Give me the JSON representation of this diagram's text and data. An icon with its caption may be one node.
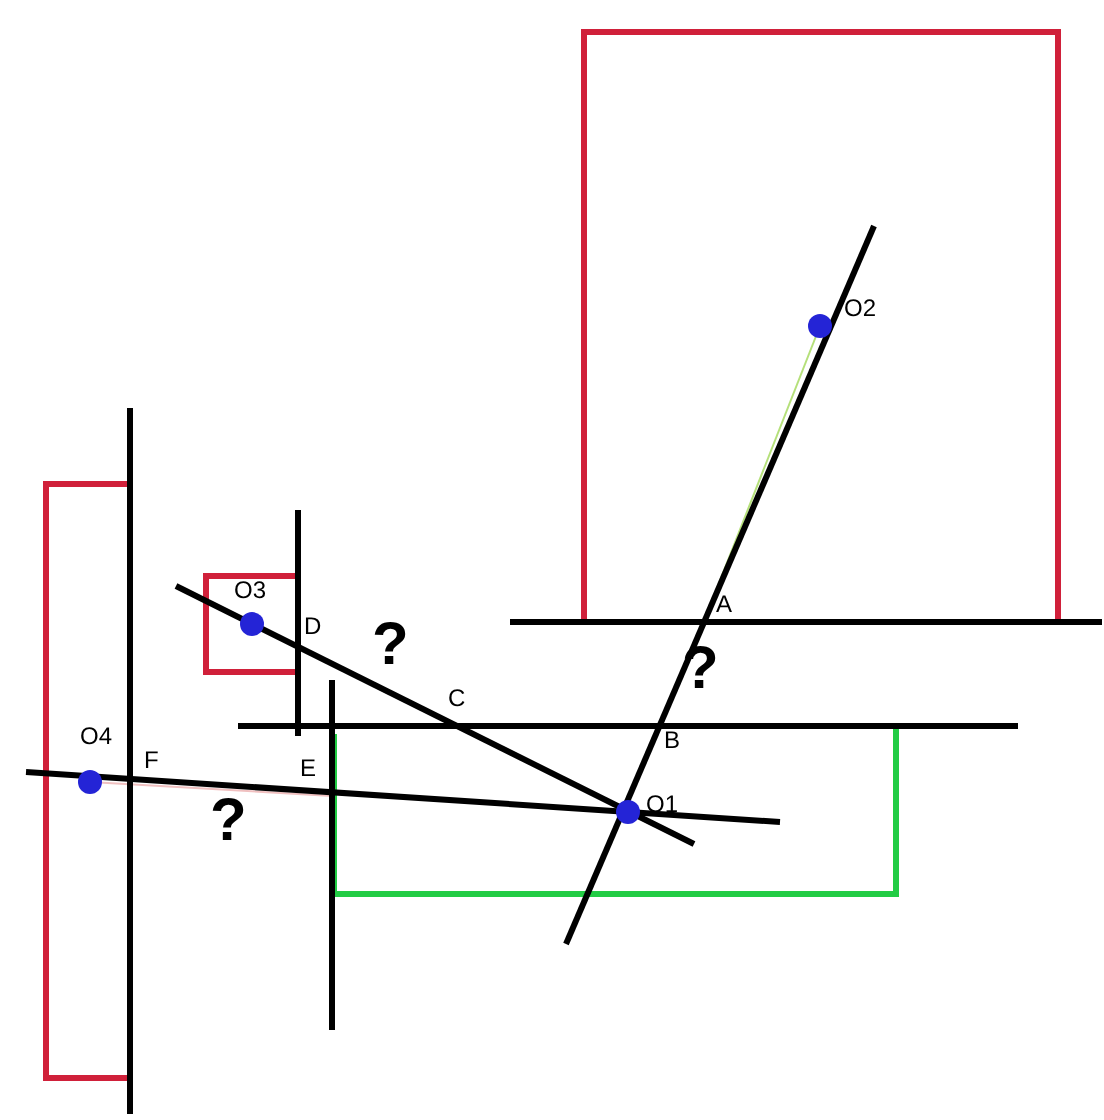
{
  "diagram": {
    "labels": [
      "O2",
      "A",
      "O3",
      "D",
      "?",
      "?",
      "C",
      "B",
      "O4",
      "F",
      "E",
      "?",
      "O1"
    ]
  }
}
